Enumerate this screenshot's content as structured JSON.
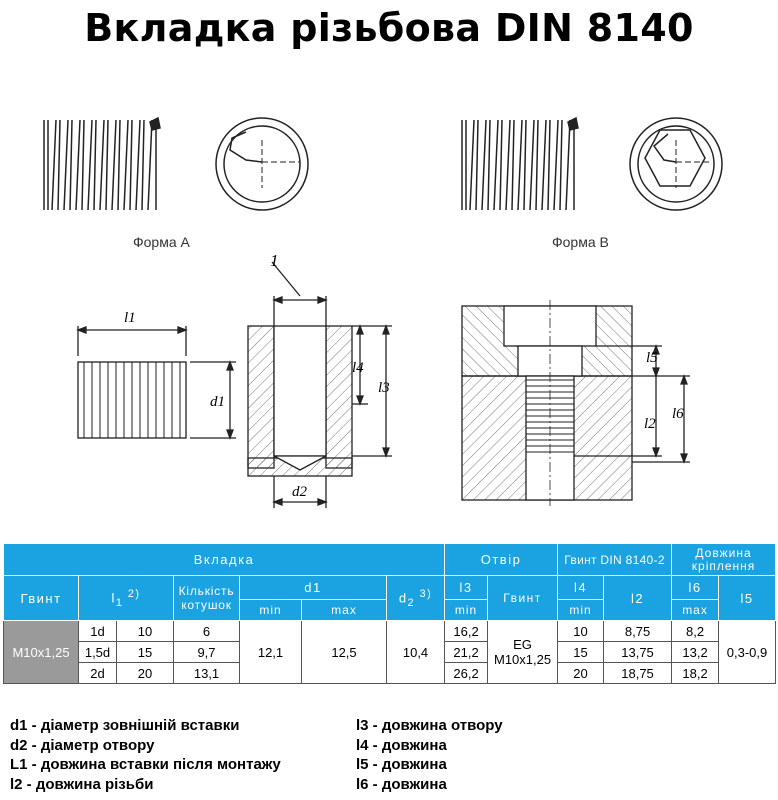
{
  "title": "Вкладка різьбова DIN 8140",
  "figures": {
    "form_a": "Форма А",
    "form_b": "Форма В",
    "labels": {
      "one": "1",
      "l1": "l1",
      "d1": "d1",
      "l3": "l3",
      "l4": "l4",
      "d2": "d2",
      "l5": "l5",
      "l2": "l2",
      "l6": "l6"
    }
  },
  "table": {
    "group_insert": "Вкладка",
    "group_hole": "Отвір",
    "group_screw": "Гвинт DIN 8140-2",
    "group_fix": "Довжина кріплення",
    "col_screw": "Гвинт",
    "col_l1": "l1 2)",
    "col_coils": "Кількість котушок",
    "col_d1": "d1",
    "col_d2": "d2 3)",
    "col_l3": "l3",
    "col_hole_screw": "Гвинт",
    "col_l4": "l4",
    "col_l2": "l2",
    "col_l6": "l6",
    "col_l5": "l5",
    "min": "min",
    "max": "max",
    "screw_value": "M10x1,25",
    "d1_min": "12,1",
    "d1_max": "12,5",
    "d2": "10,4",
    "hole_screw_line1": "EG",
    "hole_screw_line2": "M10x1,25",
    "l5": "0,3-0,9",
    "rows": [
      {
        "mult": "1d",
        "l1": "10",
        "coils": "6",
        "l3": "16,2",
        "l4": "10",
        "l2": "8,75",
        "l6": "8,2"
      },
      {
        "mult": "1,5d",
        "l1": "15",
        "coils": "9,7",
        "l3": "21,2",
        "l4": "15",
        "l2": "13,75",
        "l6": "13,2"
      },
      {
        "mult": "2d",
        "l1": "20",
        "coils": "13,1",
        "l3": "26,2",
        "l4": "20",
        "l2": "18,75",
        "l6": "18,2"
      }
    ]
  },
  "legend_left": [
    "d1 - діаметр зовнішній вставки",
    "d2 - діаметр отвору",
    "L1 - довжина вставки після монтажу",
    "l2 - довжина різьби"
  ],
  "legend_right": [
    "l3 - довжина отвору",
    "l4 - довжина",
    "l5 - довжина",
    "l6 - довжина"
  ]
}
